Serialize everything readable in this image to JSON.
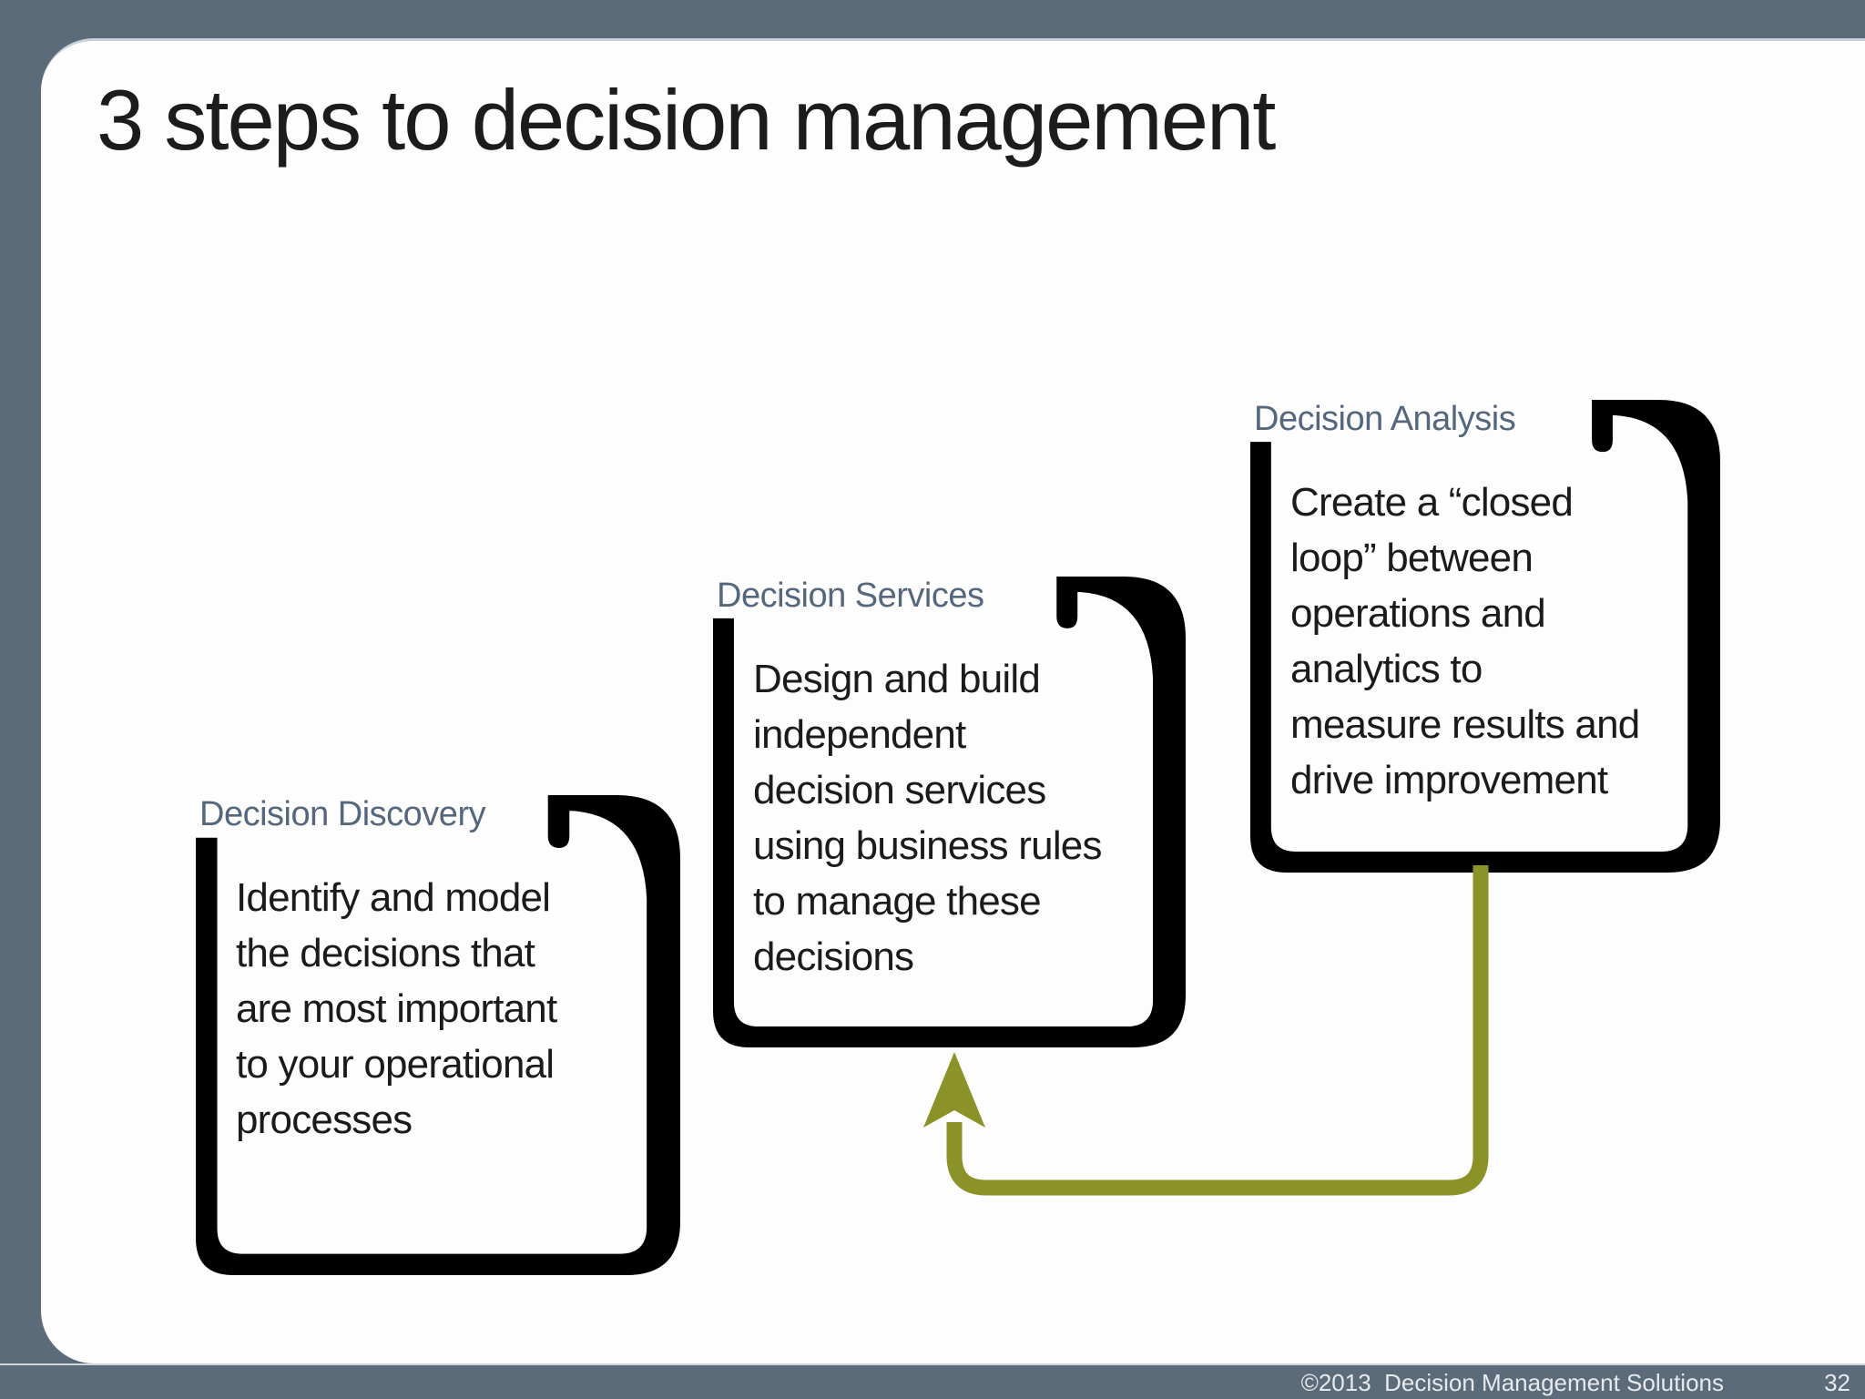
{
  "slide": {
    "title": "3 steps to decision management",
    "steps": [
      {
        "heading": "Decision Discovery",
        "body": "Identify and model\nthe decisions that\nare most important\nto your operational\nprocesses"
      },
      {
        "heading": "Decision Services",
        "body": "Design and build\nindependent\ndecision services\nusing business rules\nto manage these\ndecisions"
      },
      {
        "heading": "Decision Analysis",
        "body": "Create a “closed\nloop” between\noperations and\nanalytics to\nmeasure results and\ndrive improvement"
      }
    ],
    "arrow": {
      "meaning": "feedback loop from Decision Analysis back to Decision Services"
    },
    "footer": {
      "copyright": "©2013  Decision Management Solutions",
      "page_number": "32"
    },
    "colors": {
      "background": "#5c6b79",
      "panel": "#fdfdfd",
      "band": "#d0d5d9",
      "heading": "#54677c",
      "body_text": "#1b1b1b",
      "arrow": "#8b9227"
    }
  }
}
